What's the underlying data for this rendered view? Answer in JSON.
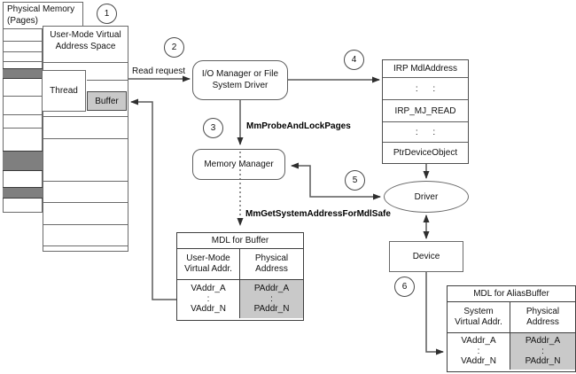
{
  "physical_memory": {
    "label": "Physical Memory\n(Pages)"
  },
  "user_mode": {
    "label": "User-Mode Virtual\nAddress Space",
    "thread_label": "Thread",
    "buffer_label": "Buffer"
  },
  "steps": [
    "1",
    "2",
    "3",
    "4",
    "5",
    "6"
  ],
  "labels": {
    "read_request": "Read request",
    "mm_probe_and_lock_pages": "MmProbeAndLockPages",
    "mm_get_system_address_for_mdl_safe": "MmGetSystemAddressForMdlSafe"
  },
  "io_manager": {
    "label": "I/O Manager or File\nSystem Driver"
  },
  "memory_manager": {
    "label": "Memory Manager"
  },
  "irp": {
    "rows": [
      "IRP MdlAddress",
      ":      :",
      "IRP_MJ_READ",
      ":      :",
      "PtrDeviceObject"
    ]
  },
  "driver": {
    "label": "Driver"
  },
  "device": {
    "label": "Device"
  },
  "mdl_buffer": {
    "title": "MDL for Buffer",
    "col1_header": "User-Mode\nVirtual Addr.",
    "col2_header": "Physical\nAddress",
    "virtual_cell": "VAddr_A\n:\nVAddr_N",
    "physical_cell": "PAddr_A\n:\nPAddr_N"
  },
  "mdl_alias": {
    "title": "MDL for AliasBuffer",
    "col1_header": "System\nVirtual Addr.",
    "col2_header": "Physical\nAddress",
    "virtual_cell": "VAddr_A\n:\nVAddr_N",
    "physical_cell": "PAddr_A\n:\nPAddr_N"
  },
  "colors": {
    "line": "#5a5a5a",
    "locked_page_fill": "#7f7f7f",
    "buffer_fill": "#c9c9c9"
  }
}
